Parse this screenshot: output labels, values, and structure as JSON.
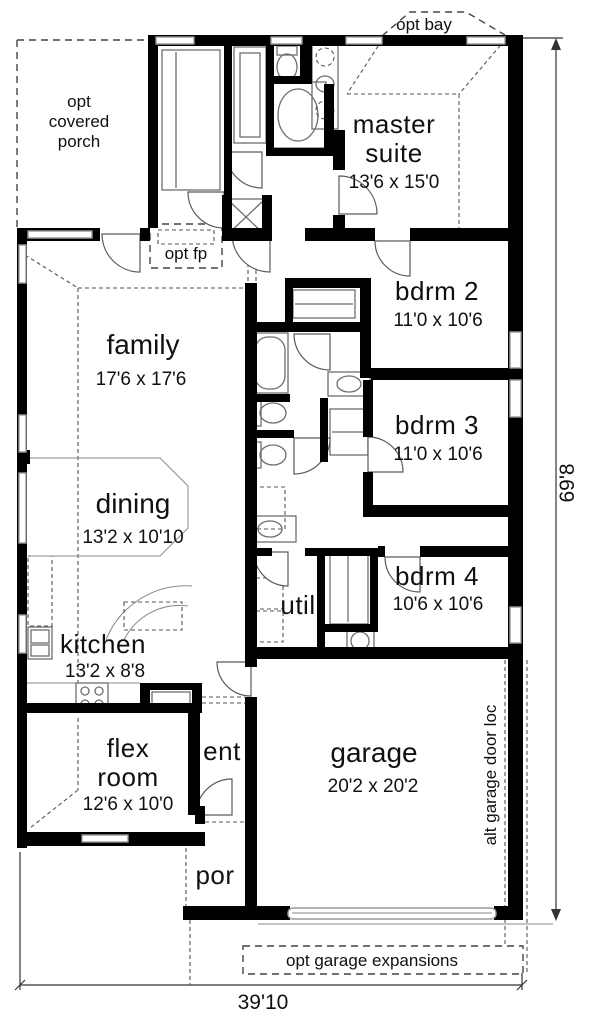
{
  "rooms": {
    "master": {
      "line1": "master",
      "line2": "suite",
      "dims": "13'6 x 15'0"
    },
    "family": {
      "name": "family",
      "dims": "17'6 x 17'6"
    },
    "dining": {
      "name": "dining",
      "dims": "13'2 x 10'10"
    },
    "kitchen": {
      "name": "kitchen",
      "dims": "13'2 x 8'8"
    },
    "flex": {
      "line1": "flex",
      "line2": "room",
      "dims": "12'6 x 10'0"
    },
    "bdrm2": {
      "name": "bdrm 2",
      "dims": "11'0 x 10'6"
    },
    "bdrm3": {
      "name": "bdrm 3",
      "dims": "11'0 x 10'6"
    },
    "bdrm4": {
      "name": "bdrm 4",
      "dims": "10'6 x 10'6"
    },
    "garage": {
      "name": "garage",
      "dims": "20'2 x 20'2"
    },
    "util": {
      "name": "util"
    },
    "ent": {
      "name": "ent"
    },
    "por": {
      "name": "por"
    }
  },
  "options": {
    "bay": "opt bay",
    "covered_porch_line1": "opt",
    "covered_porch_line2": "covered",
    "covered_porch_line3": "porch",
    "fireplace": "opt fp",
    "garage_expansions": "opt garage expansions",
    "alt_garage_door": "alt garage door loc"
  },
  "dimensions": {
    "overall_width": "39'10",
    "overall_height": "69'8"
  },
  "colors": {
    "wall": "#000000",
    "window_outline": "#9a9a9a",
    "fixture_line": "#6e6e6e",
    "background": "#ffffff"
  }
}
